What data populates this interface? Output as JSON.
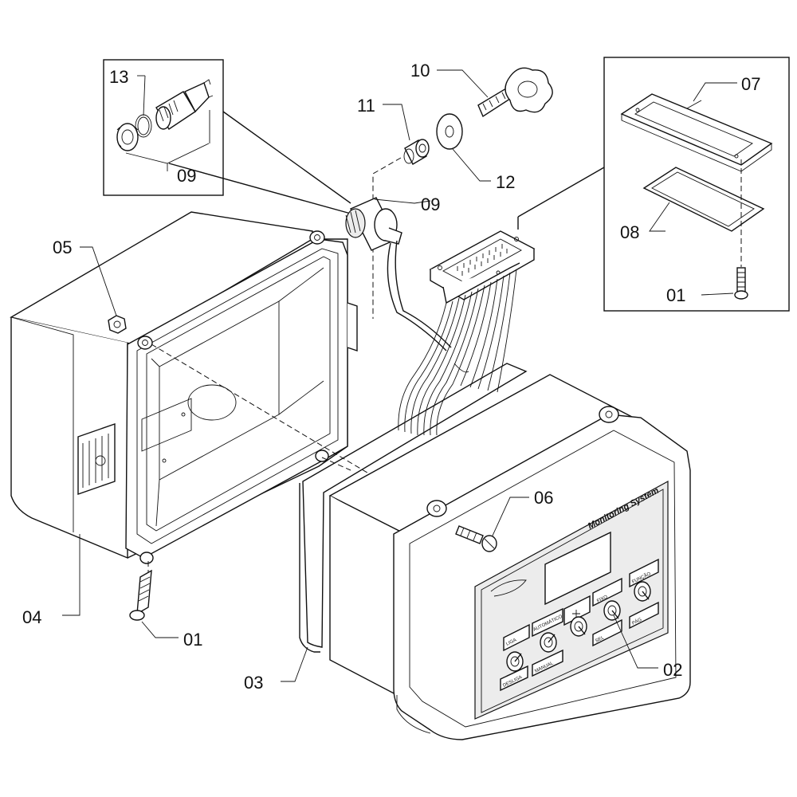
{
  "callouts": {
    "c01_screw": "01",
    "c01_detail": "01",
    "c02": "02",
    "c03": "03",
    "c04": "04",
    "c05": "05",
    "c06": "06",
    "c07": "07",
    "c08": "08",
    "c09_main": "09",
    "c09_detail": "09",
    "c10": "10",
    "c11": "11",
    "c12": "12",
    "c13": "13"
  },
  "panel": {
    "brand": "Monitoring System",
    "btn_liga": "LIGA",
    "btn_automatico": "AUTOMÁTICO",
    "btn_manual": "MANUAL",
    "btn_desliga": "DESLIGA",
    "btn_fixo": "FIXO",
    "btn_funcao": "FUNÇÃO",
    "btn_sel": "SEL",
    "btn_pag": "PÁG"
  }
}
